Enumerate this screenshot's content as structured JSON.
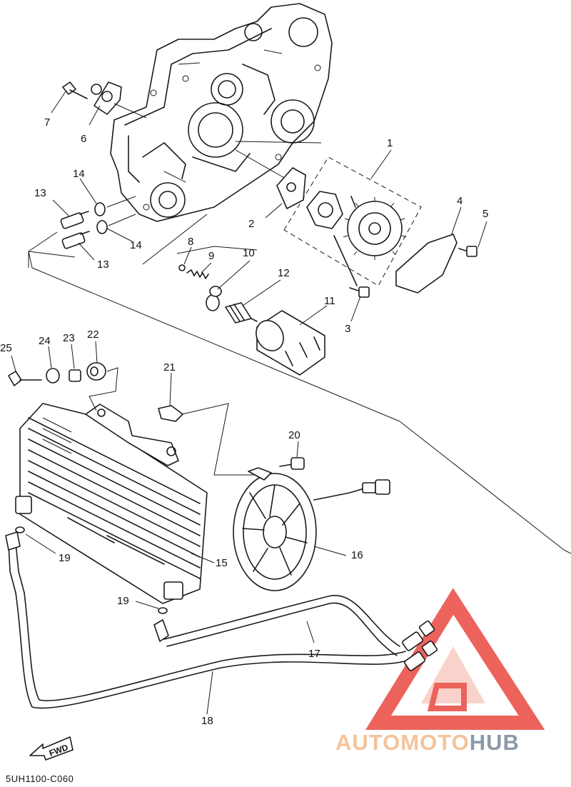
{
  "diagram": {
    "code": "5UH1100-C060",
    "fwd_label": "FWD",
    "watermark": {
      "part1": "AUTOMOTO",
      "part2": "HUB",
      "colors": {
        "accent": "#e8483f",
        "text_light": "#f5c39a",
        "text_grey": "#8c9aa8"
      }
    },
    "callouts": [
      {
        "id": "c1",
        "label": "1"
      },
      {
        "id": "c2",
        "label": "2"
      },
      {
        "id": "c3",
        "label": "3"
      },
      {
        "id": "c4",
        "label": "4"
      },
      {
        "id": "c5",
        "label": "5"
      },
      {
        "id": "c6",
        "label": "6"
      },
      {
        "id": "c7",
        "label": "7"
      },
      {
        "id": "c8",
        "label": "8"
      },
      {
        "id": "c9",
        "label": "9"
      },
      {
        "id": "c10",
        "label": "10"
      },
      {
        "id": "c11",
        "label": "11"
      },
      {
        "id": "c12",
        "label": "12"
      },
      {
        "id": "c13a",
        "label": "13"
      },
      {
        "id": "c13b",
        "label": "13"
      },
      {
        "id": "c14a",
        "label": "14"
      },
      {
        "id": "c14b",
        "label": "14"
      },
      {
        "id": "c15",
        "label": "15"
      },
      {
        "id": "c16",
        "label": "16"
      },
      {
        "id": "c17",
        "label": "17"
      },
      {
        "id": "c18",
        "label": "18"
      },
      {
        "id": "c19a",
        "label": "19"
      },
      {
        "id": "c19b",
        "label": "19"
      },
      {
        "id": "c20",
        "label": "20"
      },
      {
        "id": "c21",
        "label": "21"
      },
      {
        "id": "c22",
        "label": "22"
      },
      {
        "id": "c23",
        "label": "23"
      },
      {
        "id": "c24",
        "label": "24"
      },
      {
        "id": "c25",
        "label": "25"
      }
    ]
  }
}
